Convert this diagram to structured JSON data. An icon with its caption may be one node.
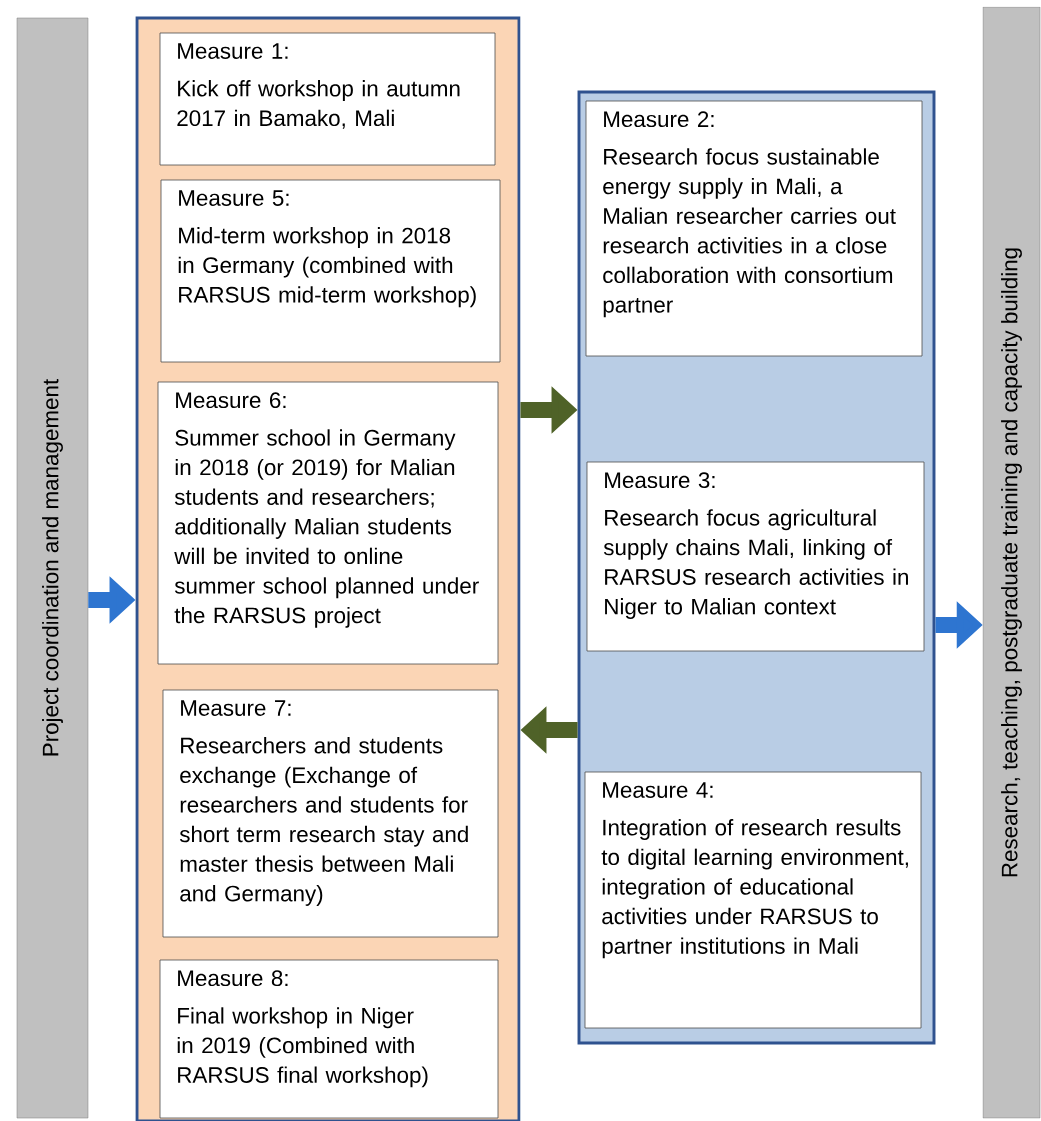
{
  "diagram": {
    "nodes": [
      {
        "text": [
          "Project coordination and management"
        ]
      },
      {
        "text": [],
        "shape": "box"
      },
      {
        "text": [
          "Measure 1:",
          "Kick off workshop in autumn 2017 in Bamako, Mali"
        ],
        "in": 1
      },
      {
        "text": [
          "Measure 5:",
          "Mid-term workshop in 2018 in Germany (combined with RARSUS mid-term workshop)"
        ],
        "in": 1
      },
      {
        "text": [
          "Measure 6:",
          "Summer school in Germany in 2018 (or 2019) for Malian students and researchers; additionally Malian students will be invited to online summer school planned under the RARSUS project"
        ],
        "in": 1
      },
      {
        "text": [
          "Measure 7:",
          "Researchers and students exchange (Exchange of researchers and students for short term research stay and master thesis between Mali and Germany)"
        ],
        "in": 1
      },
      {
        "text": [
          "Measure 8:",
          "Final workshop in Niger in 2019 (Combined with RARSUS final workshop)"
        ],
        "in": 1
      },
      {
        "text": [],
        "shape": "box"
      },
      {
        "text": [
          "Measure 2:",
          "Research focus sustainable energy supply in Mali, a Malian researcher carries out research activities in a close collaboration with consortium partner"
        ],
        "in": 7
      },
      {
        "text": [
          "Measure 3:",
          "Research focus agricultural supply chains Mali, linking of RARSUS research activities in Niger to Malian context"
        ],
        "in": 7
      },
      {
        "text": [
          "Measure 4:",
          "Integration of research results to digital learning environment, integration of educational activities under RARSUS to partner institutions in Mali"
        ],
        "in": 7
      },
      {
        "text": [
          "Research, teaching, postgraduate training and capacity building"
        ]
      }
    ],
    "edges": [
      {
        "from": 0,
        "to": 1,
        "arrow": "to",
        "color": "#2e75d0"
      },
      {
        "from": 1,
        "to": 7,
        "arrow": "to",
        "color": "#4f6228"
      },
      {
        "from": 7,
        "to": 1,
        "arrow": "to",
        "color": "#4f6228"
      },
      {
        "from": 7,
        "to": 11,
        "arrow": "to",
        "color": "#2e75d0"
      }
    ]
  }
}
